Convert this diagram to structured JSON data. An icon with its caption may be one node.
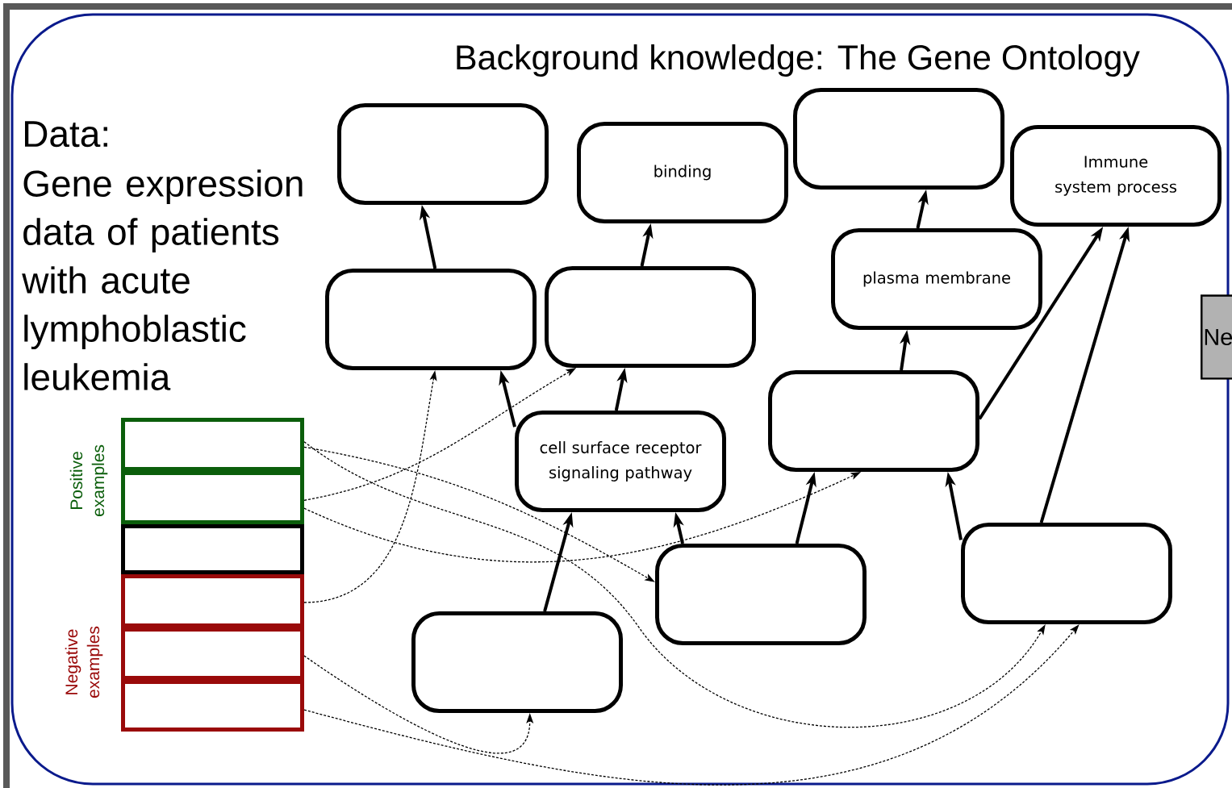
{
  "diagram": {
    "nodes": [
      {
        "text": [
          "Background knowledge: The Gene Ontology"
        ]
      },
      {
        "text": [],
        "shape": "box",
        "in": 0
      },
      {
        "text": [
          "binding"
        ],
        "in": 0
      },
      {
        "text": [],
        "shape": "box",
        "in": 0
      },
      {
        "text": [
          "Immune system process"
        ],
        "in": 0
      },
      {
        "text": [],
        "shape": "box",
        "in": 0
      },
      {
        "text": [],
        "shape": "box",
        "in": 0
      },
      {
        "text": [
          "plasma membrane"
        ],
        "in": 0
      },
      {
        "text": [
          "cell surface receptor signaling pathway"
        ],
        "in": 0
      },
      {
        "text": [],
        "shape": "box",
        "in": 0
      },
      {
        "text": [],
        "shape": "box",
        "in": 0
      },
      {
        "text": [],
        "shape": "box",
        "in": 0
      },
      {
        "text": [],
        "shape": "box",
        "in": 0
      },
      {
        "text": [],
        "shape": "box",
        "in": 0
      },
      {
        "text": [],
        "shape": "box",
        "in": 0
      },
      {
        "text": [],
        "shape": "box",
        "in": 0
      },
      {
        "text": [],
        "shape": "box",
        "in": 0
      },
      {
        "text": [],
        "shape": "box",
        "in": 0
      },
      {
        "text": [],
        "shape": "box",
        "in": 0
      },
      {
        "text": [
          "Ne"
        ]
      }
    ],
    "edges": [
      {
        "from": 5,
        "to": 1,
        "arrow": "to"
      },
      {
        "from": 8,
        "to": 5,
        "arrow": "to"
      },
      {
        "from": 8,
        "to": 6,
        "arrow": "to"
      },
      {
        "from": 6,
        "to": 2,
        "arrow": "to"
      },
      {
        "from": 7,
        "to": 3,
        "arrow": "to"
      },
      {
        "from": 9,
        "to": 7,
        "arrow": "to"
      },
      {
        "from": 9,
        "to": 4,
        "arrow": "to"
      },
      {
        "from": 12,
        "to": 4,
        "arrow": "to"
      },
      {
        "from": 10,
        "to": 8,
        "arrow": "to"
      },
      {
        "from": 11,
        "to": 8,
        "arrow": "to"
      },
      {
        "from": 11,
        "to": 9,
        "arrow": "to"
      },
      {
        "from": 12,
        "to": 9,
        "arrow": "to"
      },
      {
        "from": 13,
        "to": 11,
        "arrow": "to",
        "style": "dashed"
      },
      {
        "from": 13,
        "to": 12,
        "arrow": "to",
        "style": "dashed"
      },
      {
        "from": 14,
        "to": 6,
        "arrow": "to",
        "style": "dashed"
      },
      {
        "from": 14,
        "to": 9,
        "arrow": "to",
        "style": "dashed"
      },
      {
        "from": 16,
        "to": 5,
        "arrow": "to",
        "style": "dashed"
      },
      {
        "from": 17,
        "to": 10,
        "arrow": "to",
        "style": "dashed"
      },
      {
        "from": 18,
        "to": 12,
        "arrow": "to",
        "style": "dashed"
      }
    ],
    "labels": [
      "Data:",
      "Gene expression data of patients with acute lymphoblastic leukemia",
      "Positive examples",
      "Negative examples"
    ]
  }
}
